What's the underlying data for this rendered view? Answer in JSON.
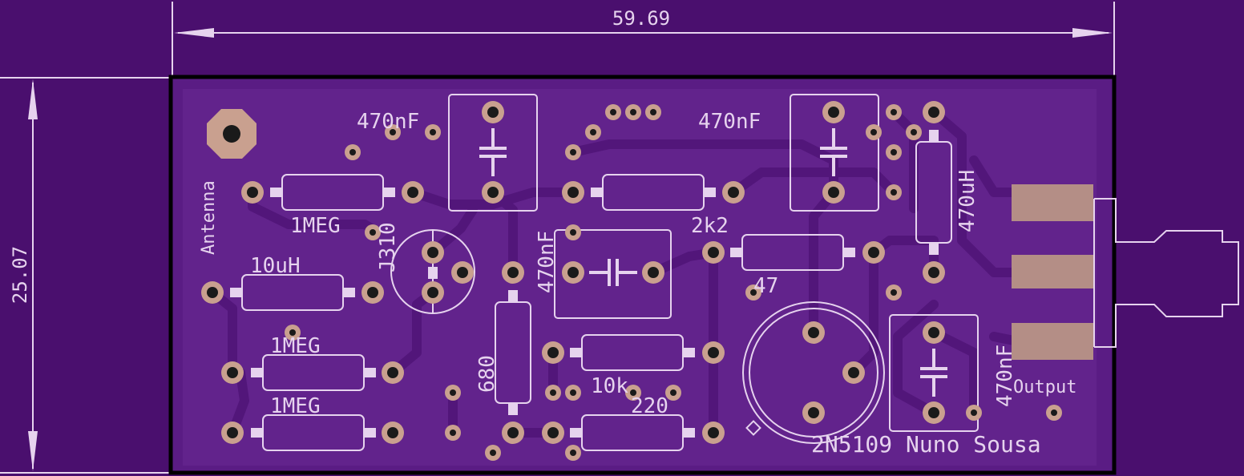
{
  "colors": {
    "background": "#4a0f6e",
    "board": "#5a1c84",
    "board_inner": "#62238c",
    "trace": "#54177a",
    "silk": "#e6d3ee",
    "pad": "#c9a08f",
    "pad_hole": "#1a1a1a",
    "smd_pad": "#b48e86",
    "outline": "#000000"
  },
  "dimensions": {
    "width": "59.69",
    "height": "25.07"
  },
  "labels": {
    "antenna": "Antenna",
    "output": "Output",
    "credit": "2N5109 Nuno Sousa"
  },
  "components": [
    {
      "id": "C1",
      "value": "470nF"
    },
    {
      "id": "C2",
      "value": "470nF"
    },
    {
      "id": "C3",
      "value": "470nF"
    },
    {
      "id": "C4",
      "value": "470nF"
    },
    {
      "id": "R1",
      "value": "1MEG"
    },
    {
      "id": "R2",
      "value": "1MEG"
    },
    {
      "id": "R3",
      "value": "1MEG"
    },
    {
      "id": "L1",
      "value": "10uH"
    },
    {
      "id": "L2",
      "value": "470uH"
    },
    {
      "id": "Q1",
      "value": "J310"
    },
    {
      "id": "R4",
      "value": "680"
    },
    {
      "id": "R5",
      "value": "2k2"
    },
    {
      "id": "R6",
      "value": "47"
    },
    {
      "id": "R7",
      "value": "10k"
    },
    {
      "id": "R8",
      "value": "220"
    }
  ]
}
